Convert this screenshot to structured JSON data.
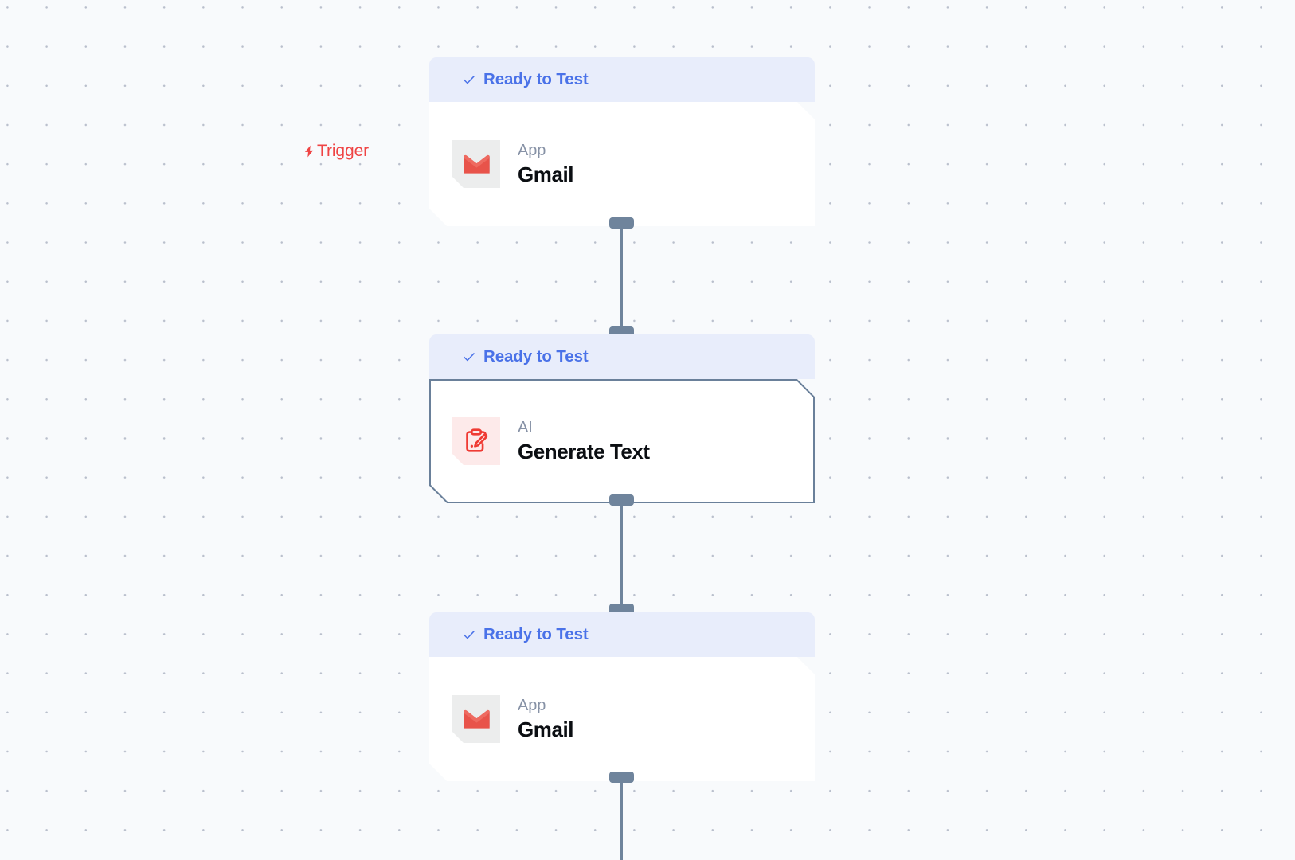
{
  "canvas": {
    "background_color": "#f8fafc",
    "grid_dot_color": "#b9bfcc"
  },
  "trigger": {
    "label": "Trigger",
    "icon": "lightning-bolt-icon",
    "color": "#ef4444"
  },
  "colors": {
    "status_bar_bg": "#e8edfb",
    "status_text": "#4a72e8",
    "connector": "#6f849c",
    "selected_border": "#6a809a",
    "kicker_text": "#8792a6",
    "title_text": "#0b0e12"
  },
  "nodes": [
    {
      "status": "Ready to Test",
      "status_icon": "check-icon",
      "kicker": "App",
      "title": "Gmail",
      "icon": "gmail-icon",
      "selected": false
    },
    {
      "status": "Ready to Test",
      "status_icon": "check-icon",
      "kicker": "AI",
      "title": "Generate Text",
      "icon": "clipboard-pencil-icon",
      "selected": true
    },
    {
      "status": "Ready to Test",
      "status_icon": "check-icon",
      "kicker": "App",
      "title": "Gmail",
      "icon": "gmail-icon",
      "selected": false
    }
  ]
}
